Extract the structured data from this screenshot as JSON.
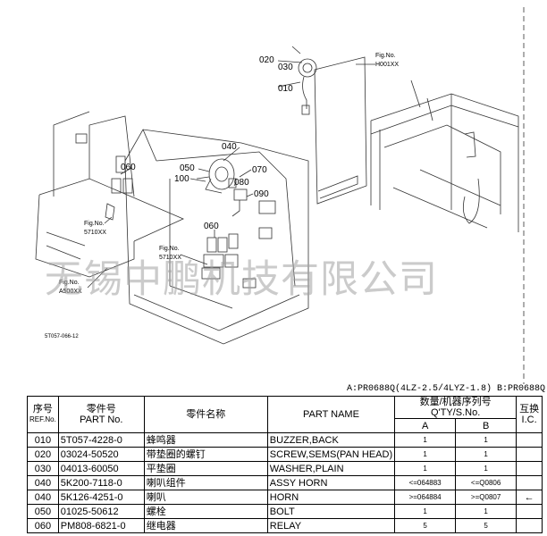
{
  "diagram": {
    "callouts": [
      "020",
      "030",
      "010",
      "040",
      "050",
      "100",
      "070",
      "080",
      "090",
      "060",
      "060"
    ],
    "fig_labels": [
      {
        "fig": "Fig.No.",
        "code": "H001XX"
      },
      {
        "fig": "Fig.No.",
        "code": "5710XX"
      },
      {
        "fig": "Fig.No.",
        "code": "5710XX"
      },
      {
        "fig": "Fig.No.",
        "code": "A500XX"
      }
    ],
    "drawing_code": "5T057-066-12"
  },
  "watermark": "无锡中鹏机技有限公司",
  "model_note": "A:PR0688Q(4LZ-2.5/4LYZ-1.8) B:PR0688Q",
  "table": {
    "headers": {
      "ref_cn": "序号",
      "ref_en": "REF.No.",
      "part_cn": "零件号",
      "part_en": "PART No.",
      "name_cn": "零件名称",
      "name_en": "PART NAME",
      "qty_cn": "数量/机器序列号",
      "qty_en": "Q'TY/S.No.",
      "col_a": "A",
      "col_b": "B",
      "ic_cn": "互换",
      "ic_en": "I.C."
    },
    "rows": [
      {
        "ref": "010",
        "part": "5T057-4228-0",
        "cn": "蜂鸣器",
        "en": "BUZZER,BACK",
        "a": "1",
        "b": "1",
        "ic": ""
      },
      {
        "ref": "020",
        "part": "03024-50520",
        "cn": "带垫圈的螺钉",
        "en": "SCREW,SEMS(PAN HEAD)",
        "a": "1",
        "b": "1",
        "ic": ""
      },
      {
        "ref": "030",
        "part": "04013-60050",
        "cn": "平垫圈",
        "en": "WASHER,PLAIN",
        "a": "1",
        "b": "1",
        "ic": ""
      },
      {
        "ref": "040",
        "part": "5K200-7118-0",
        "cn": "喇叭组件",
        "en": "ASSY HORN",
        "a": "<=064883",
        "b": "<=Q0806",
        "ic": ""
      },
      {
        "ref": "040",
        "part": "5K126-4251-0",
        "cn": "喇叭",
        "en": "HORN",
        "a": ">=064884",
        "b": ">=Q0807",
        "ic": "←"
      },
      {
        "ref": "050",
        "part": "01025-50612",
        "cn": "螺栓",
        "en": "BOLT",
        "a": "1",
        "b": "1",
        "ic": ""
      },
      {
        "ref": "060",
        "part": "PM808-6821-0",
        "cn": "继电器",
        "en": "RELAY",
        "a": "5",
        "b": "5",
        "ic": ""
      }
    ]
  }
}
